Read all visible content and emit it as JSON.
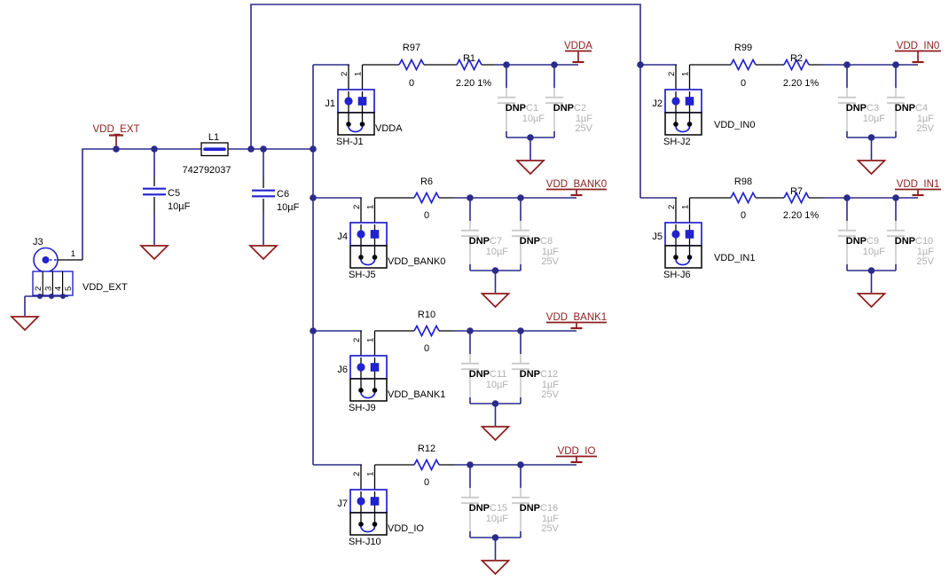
{
  "colors": {
    "wire": "#2b2b8a",
    "component_blue": "#2222cf",
    "net_label_red": "#8e1d1d",
    "dnp_gray": "#b0b0b0",
    "symbol_gray": "#c9c9c9",
    "text_black": "#000000",
    "background": "#ffffff"
  },
  "source": {
    "connector": {
      "ref": "J3",
      "pin1": "1",
      "pins": [
        "2",
        "3",
        "4",
        "5"
      ],
      "net": "VDD_EXT"
    },
    "rail_net": "VDD_EXT",
    "inductor": {
      "ref": "L1",
      "value": "742792037"
    },
    "cap_before": {
      "ref": "C5",
      "value": "10µF"
    },
    "cap_after": {
      "ref": "C6",
      "value": "10µF"
    }
  },
  "branches": [
    {
      "jumper_ref": "J1",
      "shunt_label": "SH-J1",
      "net": "VDDA",
      "pin_a": "2",
      "pin_b": "1",
      "r1_ref": "R97",
      "r1_value": "0",
      "r2_ref": "R1",
      "r2_value": "2.20 1%",
      "c1_flag": "DNP",
      "c1_ref": "C1",
      "c1_value": "10µF",
      "c2_flag": "DNP",
      "c2_ref": "C2",
      "c2_value": "1µF",
      "c2_voltage": "25V"
    },
    {
      "jumper_ref": "J4",
      "shunt_label": "SH-J5",
      "net": "VDD_BANK0",
      "pin_a": "2",
      "pin_b": "1",
      "r1_ref": "R6",
      "r1_value": "0",
      "c1_flag": "DNP",
      "c1_ref": "C7",
      "c1_value": "10µF",
      "c2_flag": "DNP",
      "c2_ref": "C8",
      "c2_value": "1µF",
      "c2_voltage": "25V"
    },
    {
      "jumper_ref": "J6",
      "shunt_label": "SH-J9",
      "net": "VDD_BANK1",
      "pin_a": "2",
      "pin_b": "1",
      "r1_ref": "R10",
      "r1_value": "0",
      "c1_flag": "DNP",
      "c1_ref": "C11",
      "c1_value": "10µF",
      "c2_flag": "DNP",
      "c2_ref": "C12",
      "c2_value": "1µF",
      "c2_voltage": "25V"
    },
    {
      "jumper_ref": "J7",
      "shunt_label": "SH-J10",
      "net": "VDD_IO",
      "pin_a": "2",
      "pin_b": "1",
      "r1_ref": "R12",
      "r1_value": "0",
      "c1_flag": "DNP",
      "c1_ref": "C15",
      "c1_value": "10µF",
      "c2_flag": "DNP",
      "c2_ref": "C16",
      "c2_value": "1µF",
      "c2_voltage": "25V"
    },
    {
      "jumper_ref": "J2",
      "shunt_label": "SH-J2",
      "net": "VDD_IN0",
      "pin_a": "2",
      "pin_b": "1",
      "r1_ref": "R99",
      "r1_value": "0",
      "r2_ref": "R2",
      "r2_value": "2.20 1%",
      "c1_flag": "DNP",
      "c1_ref": "C3",
      "c1_value": "10µF",
      "c2_flag": "DNP",
      "c2_ref": "C4",
      "c2_value": "1µF",
      "c2_voltage": "25V"
    },
    {
      "jumper_ref": "J5",
      "shunt_label": "SH-J6",
      "net": "VDD_IN1",
      "pin_a": "2",
      "pin_b": "1",
      "r1_ref": "R98",
      "r1_value": "0",
      "r2_ref": "R7",
      "r2_value": "2.20 1%",
      "c1_flag": "DNP",
      "c1_ref": "C9",
      "c1_value": "10µF",
      "c2_flag": "DNP",
      "c2_ref": "C10",
      "c2_value": "1µF",
      "c2_voltage": "25V"
    }
  ]
}
